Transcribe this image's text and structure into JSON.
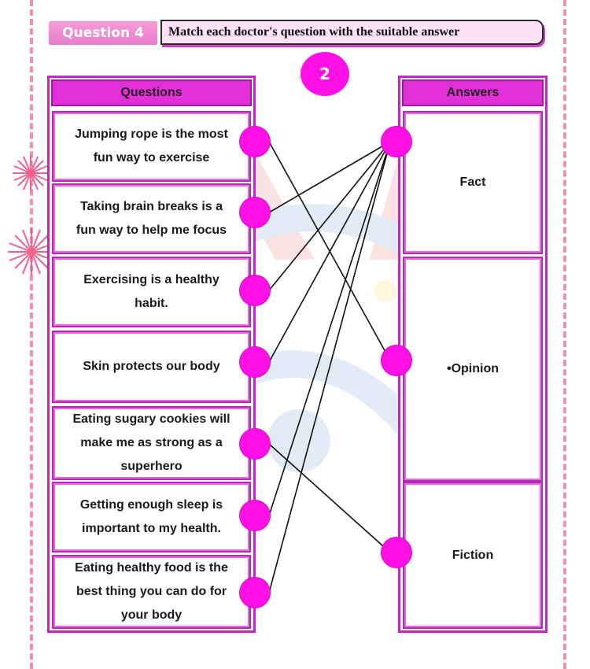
{
  "header": {
    "question_label": "Question 4",
    "instruction": "Match each doctor's question with the suitable answer",
    "badge_number": "2"
  },
  "questions_header": "Questions",
  "answers_header": "Answers",
  "questions": [
    {
      "lines": [
        "Jumping rope is the most",
        "fun way to exercise"
      ],
      "answer": "opinion"
    },
    {
      "lines": [
        "Taking brain breaks is a",
        "fun way to help me focus"
      ],
      "answer": "fact"
    },
    {
      "lines": [
        "Exercising is a healthy",
        "habit."
      ],
      "answer": "fact"
    },
    {
      "lines": [
        "Skin protects our body"
      ],
      "answer": "fact"
    },
    {
      "lines": [
        "Eating sugary cookies will",
        "make me as strong as a",
        "superhero"
      ],
      "answer": "fiction"
    },
    {
      "lines": [
        "Getting enough sleep is",
        "important to my health."
      ],
      "answer": "fact"
    },
    {
      "lines": [
        "Eating healthy food is the",
        "best thing you can do for",
        "your body"
      ],
      "answer": "fact"
    }
  ],
  "answers": [
    {
      "id": "fact",
      "label": "Fact"
    },
    {
      "id": "opinion",
      "label": "•Opinion"
    },
    {
      "id": "fiction",
      "label": "Fiction"
    }
  ],
  "colors": {
    "accent": "#ff10e4",
    "border": "#c526c4",
    "header_bg": "#e22fd8",
    "dash": "#f08fb8"
  }
}
